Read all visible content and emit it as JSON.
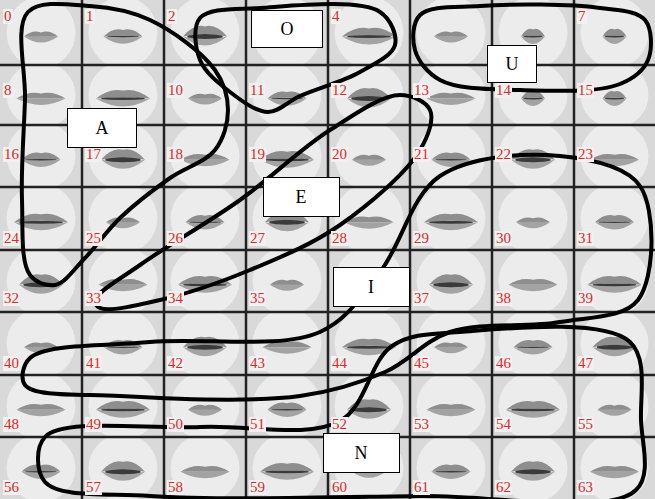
{
  "diagram": {
    "nodes": [
      {
        "text": [
          "O"
        ]
      },
      {
        "text": [
          "U"
        ]
      },
      {
        "text": [
          "A"
        ]
      },
      {
        "text": [
          "E"
        ]
      },
      {
        "text": [
          "I"
        ]
      },
      {
        "text": [
          "N"
        ]
      }
    ],
    "labels": [
      "0",
      "1",
      "2",
      "4",
      "7",
      "8",
      "10",
      "11",
      "12",
      "13",
      "14",
      "15",
      "16",
      "17",
      "18",
      "19",
      "20",
      "21",
      "22",
      "23",
      "24",
      "25",
      "26",
      "27",
      "28",
      "29",
      "30",
      "31",
      "32",
      "33",
      "34",
      "35",
      "37",
      "38",
      "39",
      "40",
      "41",
      "42",
      "43",
      "44",
      "45",
      "46",
      "47",
      "48",
      "49",
      "50",
      "51",
      "52",
      "53",
      "54",
      "55",
      "56",
      "57",
      "58",
      "59",
      "60",
      "61",
      "62",
      "63"
    ]
  }
}
